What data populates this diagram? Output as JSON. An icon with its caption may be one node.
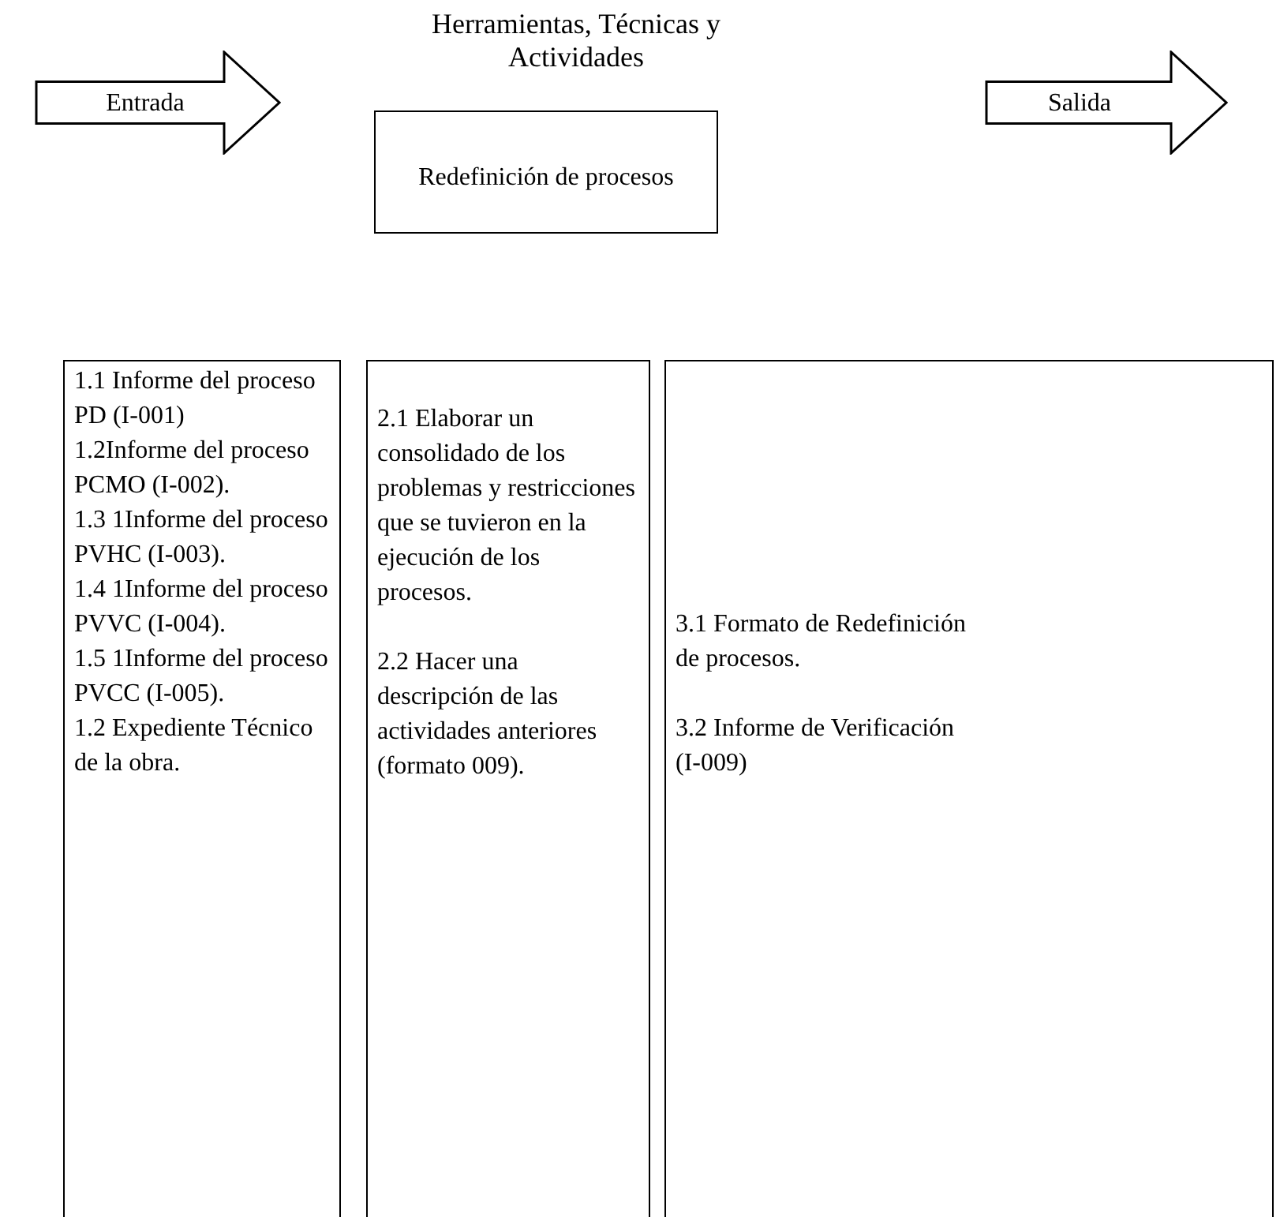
{
  "diagram": {
    "nodes": [
      {
        "text": [
          "Entrada"
        ]
      },
      {
        "text": [
          "Herramientas, Técnicas y Actividades",
          "Redefinición de procesos"
        ]
      },
      {
        "text": [
          "Salida"
        ]
      },
      {
        "text": [
          "1.1 Informe del proceso PD (I-001)",
          "1.2Informe del proceso PCMO (I-002).",
          "1.3 1Informe del proceso PVHC (I-003).",
          "1.4 1Informe del proceso PVVC (I-004).",
          "1.5 1Informe del proceso PVCC (I-005).",
          "1.2 Expediente Técnico de la obra."
        ]
      },
      {
        "text": [
          "2.1 Elaborar un consolidado de los problemas y restricciones que se tuvieron en la ejecución de los procesos.",
          "2.2 Hacer una descripción de las actividades anteriores (formato 009)."
        ]
      },
      {
        "text": [
          "3.1 Formato de Redefinición de procesos.",
          "3.2 Informe de Verificación (I-009)"
        ]
      }
    ],
    "edges": []
  }
}
